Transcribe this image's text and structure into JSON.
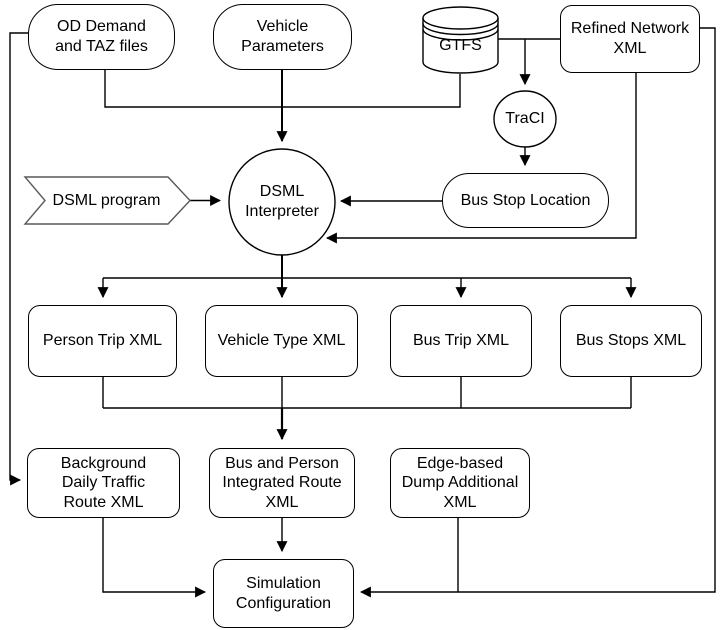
{
  "diagram": {
    "colors": {
      "background": "#ffffff",
      "node_fill": "#ffffff",
      "stroke": "#000000",
      "banner_stroke": "#595959"
    },
    "nodes": {
      "od_demand": "OD Demand\nand TAZ files",
      "vehicle_parameters": "Vehicle\nParameters",
      "gtfs": "GTFS",
      "refined_network": "Refined Network\nXML",
      "traci": "TraCI",
      "dsml_program": "DSML program",
      "dsml_interpreter": "DSML\nInterpreter",
      "bus_stop_location": "Bus Stop Location",
      "person_trip": "Person Trip XML",
      "vehicle_type": "Vehicle Type XML",
      "bus_trip": "Bus Trip XML",
      "bus_stops": "Bus Stops XML",
      "background_traffic": "Background\nDaily Traffic\nRoute XML",
      "bus_person_route": "Bus and Person\nIntegrated Route\nXML",
      "edge_dump": "Edge-based\nDump Additional\nXML",
      "simulation_config": "Simulation\nConfiguration"
    },
    "edges": [
      {
        "from": "od_demand",
        "to": "dsml_interpreter"
      },
      {
        "from": "od_demand",
        "to": "background_traffic"
      },
      {
        "from": "vehicle_parameters",
        "to": "dsml_interpreter"
      },
      {
        "from": "gtfs",
        "to": "dsml_interpreter"
      },
      {
        "from": "gtfs",
        "to": "traci"
      },
      {
        "from": "refined_network",
        "to": "traci"
      },
      {
        "from": "refined_network",
        "to": "dsml_interpreter"
      },
      {
        "from": "refined_network",
        "to": "simulation_config"
      },
      {
        "from": "traci",
        "to": "bus_stop_location"
      },
      {
        "from": "bus_stop_location",
        "to": "dsml_interpreter"
      },
      {
        "from": "dsml_program",
        "to": "dsml_interpreter"
      },
      {
        "from": "dsml_interpreter",
        "to": "person_trip"
      },
      {
        "from": "dsml_interpreter",
        "to": "vehicle_type"
      },
      {
        "from": "dsml_interpreter",
        "to": "bus_trip"
      },
      {
        "from": "dsml_interpreter",
        "to": "bus_stops"
      },
      {
        "from": "person_trip",
        "to": "bus_person_route"
      },
      {
        "from": "vehicle_type",
        "to": "bus_person_route"
      },
      {
        "from": "bus_trip",
        "to": "bus_person_route"
      },
      {
        "from": "bus_stops",
        "to": "bus_person_route"
      },
      {
        "from": "background_traffic",
        "to": "simulation_config"
      },
      {
        "from": "bus_person_route",
        "to": "simulation_config"
      },
      {
        "from": "edge_dump",
        "to": "simulation_config"
      }
    ]
  }
}
